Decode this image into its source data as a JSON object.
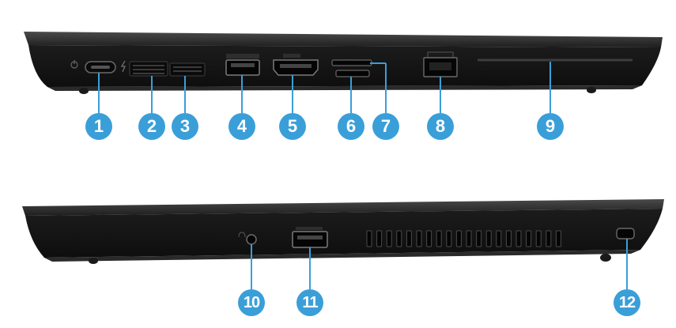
{
  "accent_color": "#3a9fd8",
  "callouts": [
    "1",
    "2",
    "3",
    "4",
    "5",
    "6",
    "7",
    "8",
    "9",
    "10",
    "11",
    "12"
  ]
}
